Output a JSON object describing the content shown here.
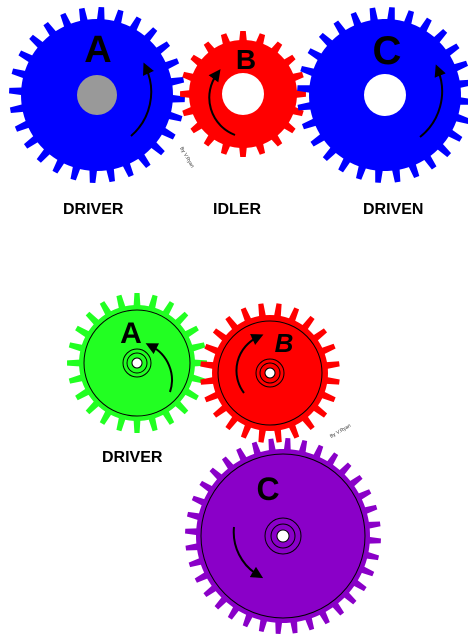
{
  "colors": {
    "blue": "#0000ff",
    "red": "#ff0000",
    "green": "#22ff22",
    "purple": "#8a00c8",
    "grey_hub": "#999999",
    "white": "#ffffff",
    "black": "#000000"
  },
  "diagram1": {
    "gears": [
      {
        "letter": "A",
        "color": "blue",
        "hub": "grey"
      },
      {
        "letter": "B",
        "color": "red",
        "hub": "white"
      },
      {
        "letter": "C",
        "color": "blue",
        "hub": "white"
      }
    ],
    "labels": {
      "driver": "DRIVER",
      "idler": "IDLER",
      "driven": "DRIVEN"
    },
    "credit": "By V.Ryan"
  },
  "diagram2": {
    "gears": [
      {
        "letter": "A",
        "color": "green"
      },
      {
        "letter": "B",
        "color": "red"
      },
      {
        "letter": "C",
        "color": "purple"
      }
    ],
    "labels": {
      "driver": "DRIVER"
    },
    "credit": "By V.Ryan"
  }
}
